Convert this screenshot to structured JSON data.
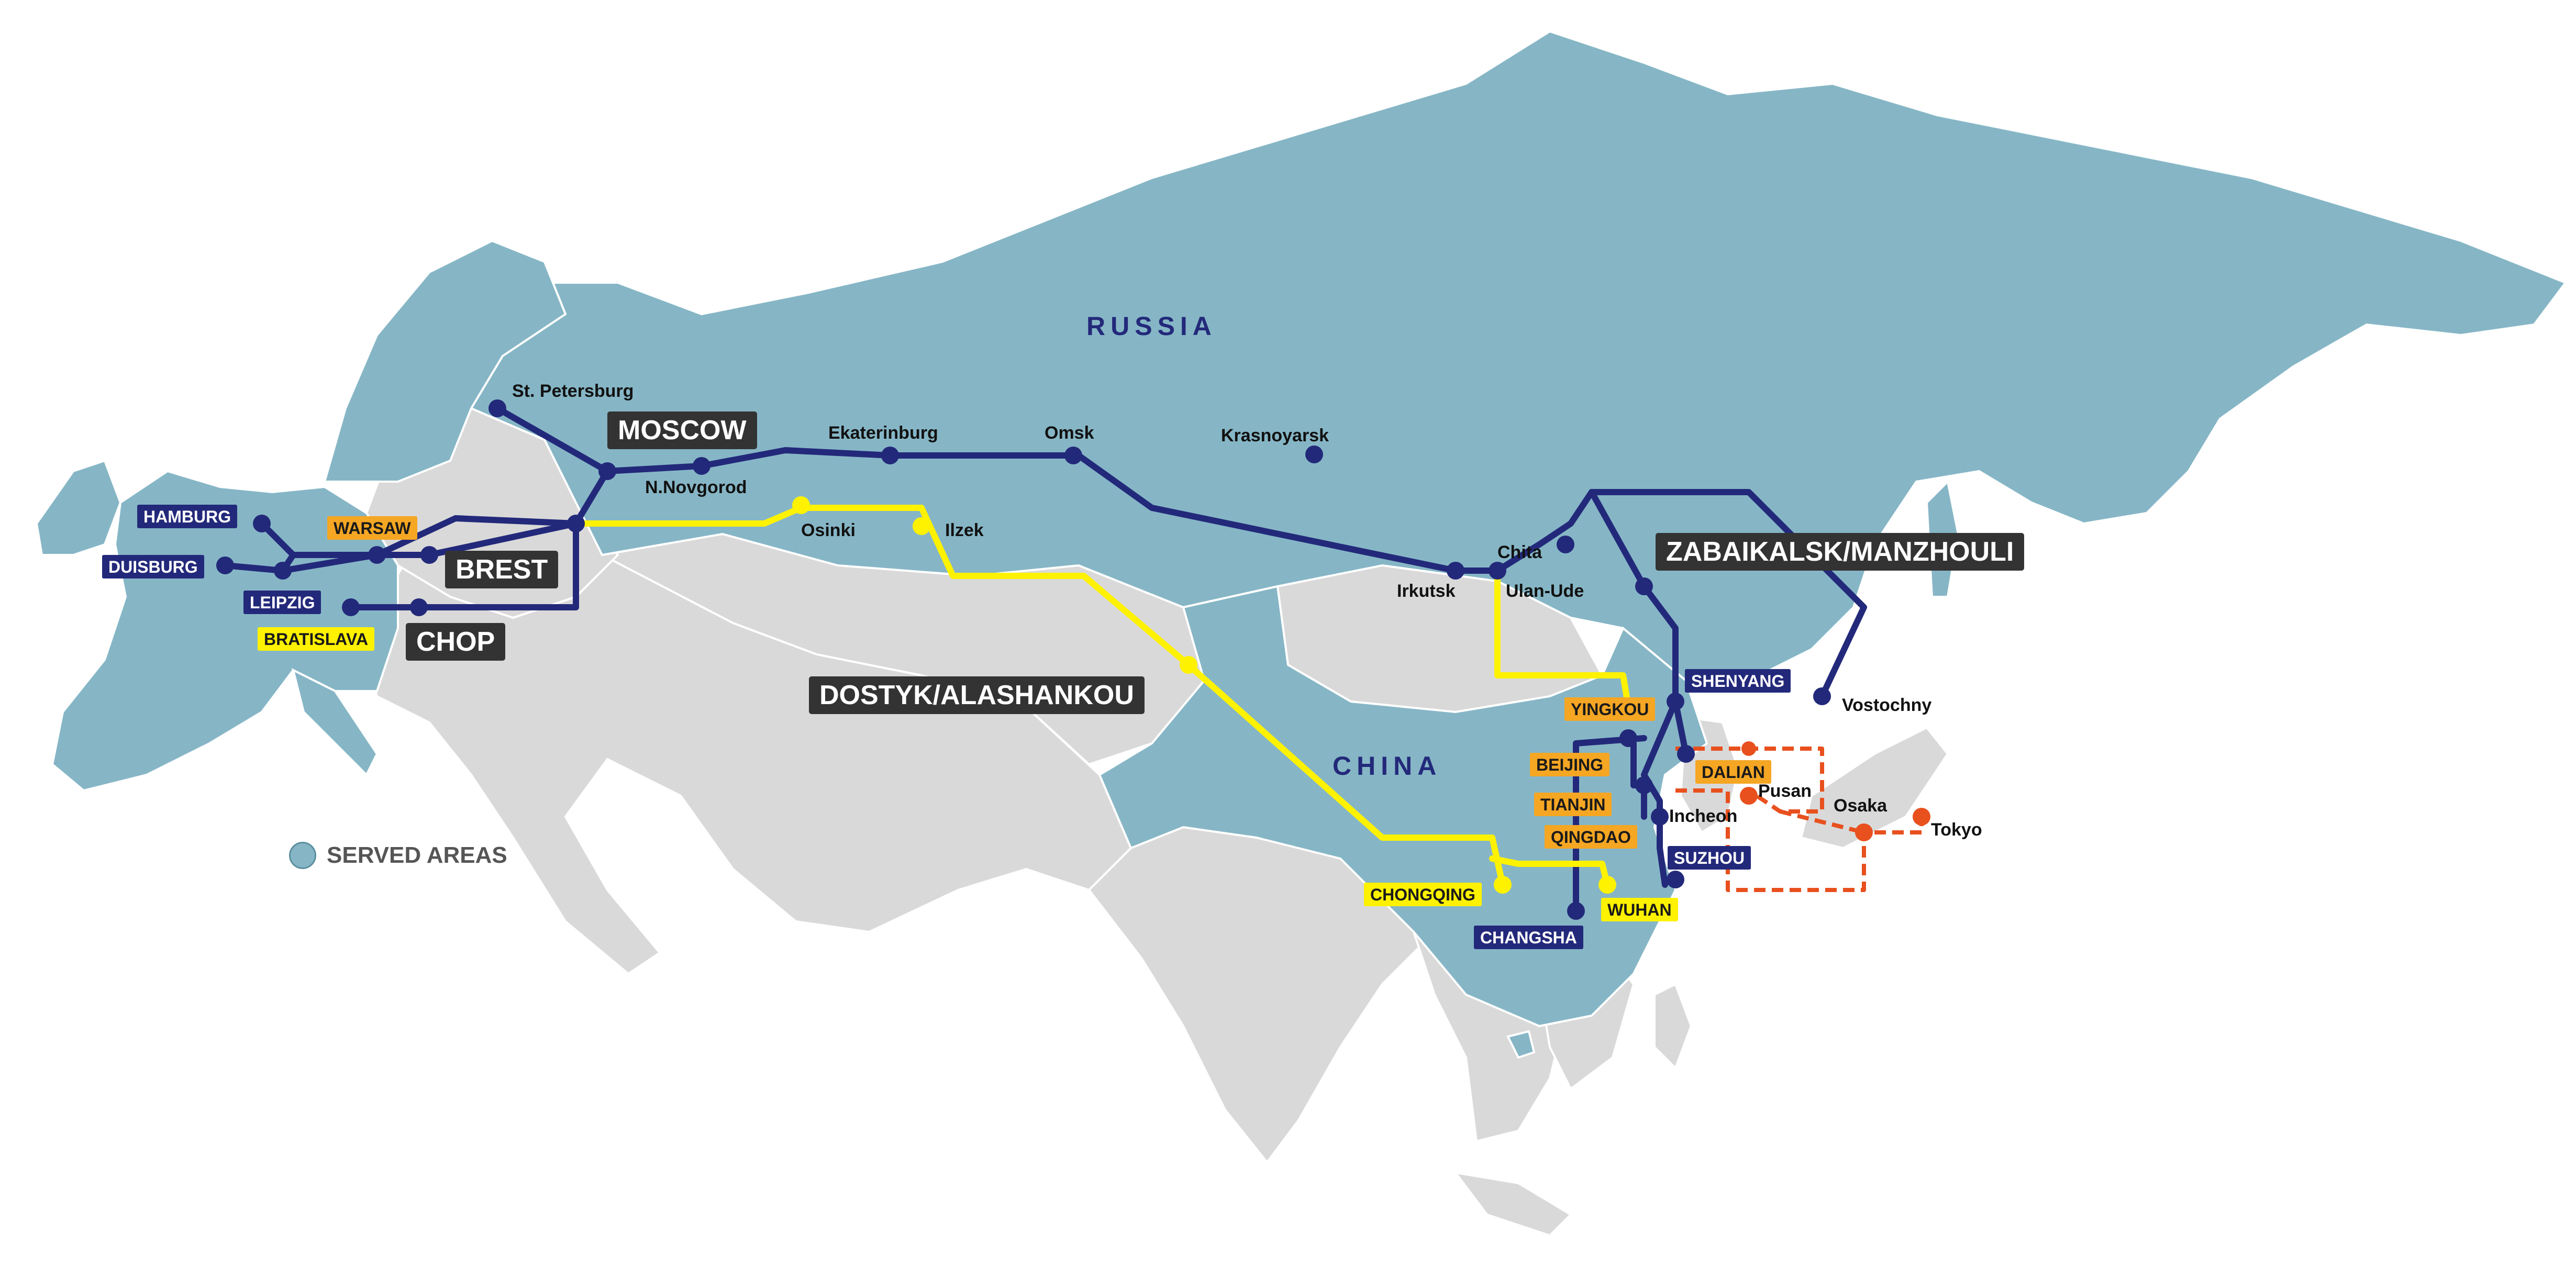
{
  "colors": {
    "served_area": "#86b6c6",
    "other_land": "#d9d9d9",
    "blue_route": "#23297a",
    "yellow_route": "#fff200",
    "orange_route": "#e8501e",
    "orange_box": "#f5a623",
    "dark_box": "#333333"
  },
  "regions": {
    "russia": "RUSSIA",
    "china": "CHINA"
  },
  "hubs": {
    "moscow": "MOSCOW",
    "brest": "BREST",
    "chop": "CHOP",
    "dostyk": "DOSTYK/ALASHANKOU",
    "zabaikalsk": "ZABAIKALSK/MANZHOULI"
  },
  "terminals": {
    "hamburg": "HAMBURG",
    "duisburg": "DUISBURG",
    "leipzig": "LEIPZIG",
    "warsaw": "WARSAW",
    "bratislava": "BRATISLAVA",
    "shenyang": "SHENYANG",
    "yingkou": "YINGKOU",
    "beijing": "BEIJING",
    "tianjin": "TIANJIN",
    "qingdao": "QINGDAO",
    "dalian": "DALIAN",
    "suzhou": "SUZHOU",
    "chongqing": "CHONGQING",
    "wuhan": "WUHAN",
    "changsha": "CHANGSHA"
  },
  "cities": {
    "st_petersburg": "St. Petersburg",
    "n_novgorod": "N.Novgorod",
    "ekaterinburg": "Ekaterinburg",
    "omsk": "Omsk",
    "krasnoyarsk": "Krasnoyarsk",
    "osinki": "Osinki",
    "ilzek": "Ilzek",
    "irkutsk": "Irkutsk",
    "chita": "Chita",
    "ulan_ude": "Ulan-Ude",
    "vostochny": "Vostochny",
    "pusan": "Pusan",
    "osaka": "Osaka",
    "tokyo": "Tokyo",
    "incheon": "Incheon"
  },
  "legend": {
    "served_areas": "SERVED AREAS"
  }
}
